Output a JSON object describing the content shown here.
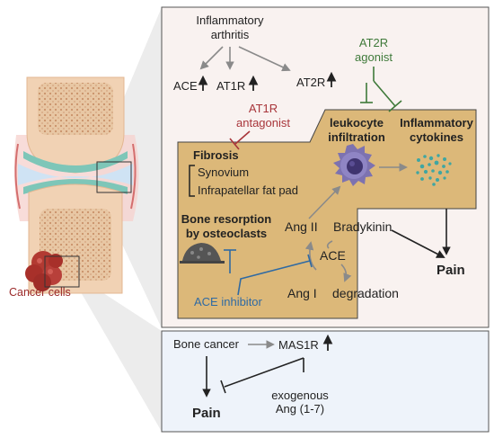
{
  "joint": {
    "cancer_label": "Cancer cells"
  },
  "upper_panel": {
    "inflammatory_arthritis": [
      "Inflammatory",
      "arthritis"
    ],
    "ace": "ACE",
    "at1r": "AT1R",
    "at2r": "AT2R",
    "at2r_agonist": [
      "AT2R",
      "agonist"
    ],
    "at1r_antagonist": [
      "AT1R",
      "antagonist"
    ],
    "fibrosis": "Fibrosis",
    "synovium": "Synovium",
    "fat_pad": "Infrapatellar fat pad",
    "leukocyte": [
      "leukocyte",
      "infiltration"
    ],
    "cytokines": [
      "Inflammatory",
      "cytokines"
    ],
    "bone_resorption": [
      "Bone resorption",
      "by osteoclasts"
    ],
    "ang_ii": "Ang II",
    "bradykinin": "Bradykinin",
    "ace_center": "ACE",
    "ang_i": "Ang I",
    "degradation": "degradation",
    "pain": "Pain",
    "ace_inhibitor": "ACE inhibitor"
  },
  "lower_panel": {
    "bone_cancer": "Bone cancer",
    "mas1r": "MAS1R",
    "pain": "Pain",
    "exogenous": [
      "exogenous",
      "Ang (1-7)"
    ]
  },
  "colors": {
    "panel_top_bg": "#f9f2f0",
    "panel_bottom_bg": "#eef3fa",
    "tan_box": "#dcb879",
    "agonist_green": "#3f7a3a",
    "antagonist_red": "#a8353a",
    "inhibitor_blue": "#2f6aa3",
    "cancer_red": "#9b2a2a"
  }
}
